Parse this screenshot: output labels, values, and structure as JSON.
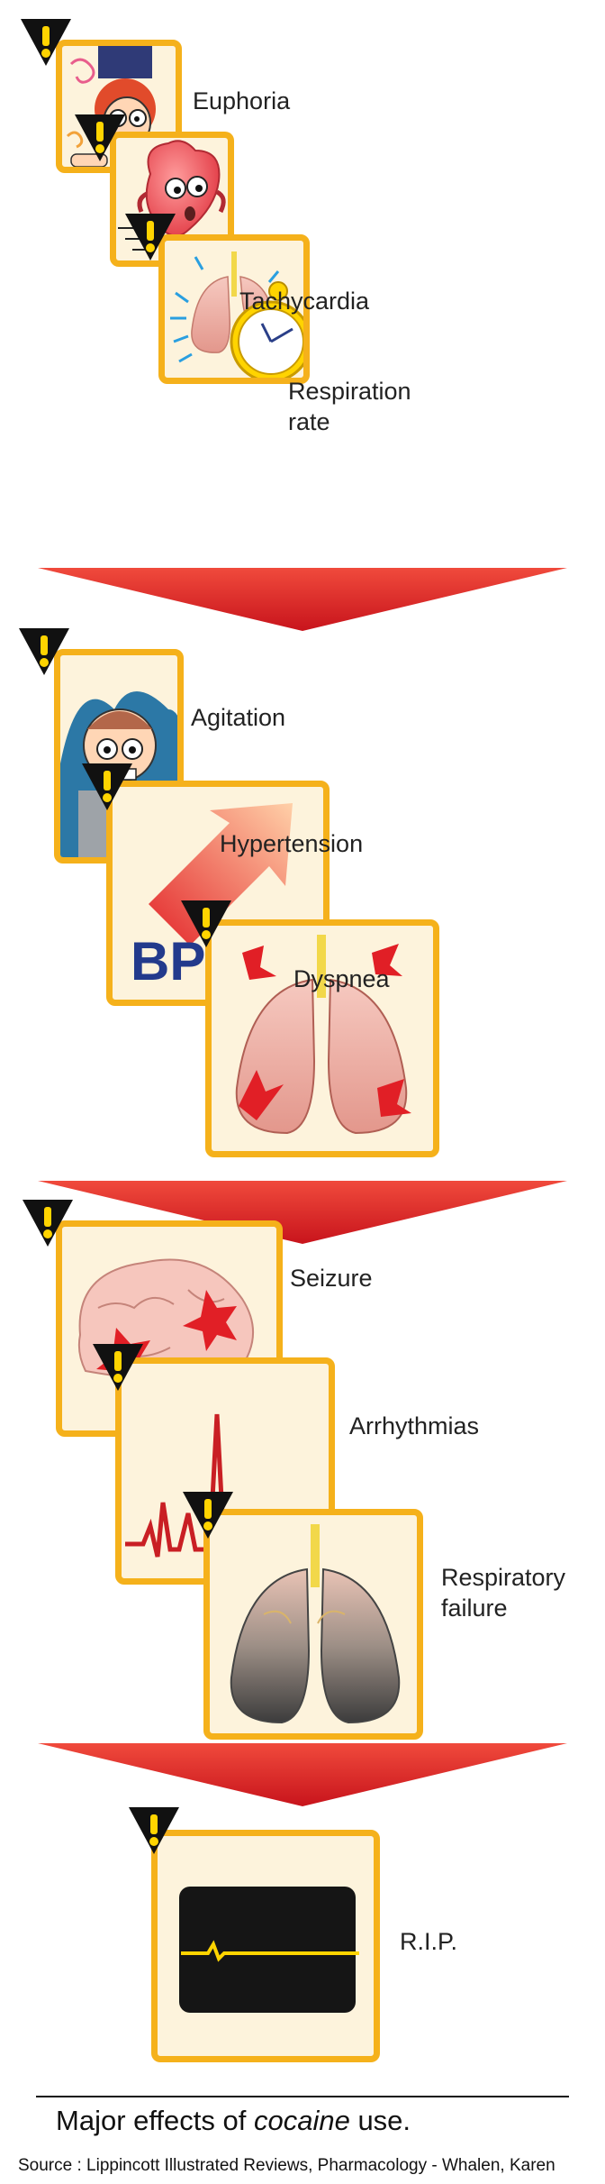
{
  "stages": [
    {
      "effects": [
        {
          "label": "Euphoria",
          "icon": "dizzy-face-icon"
        },
        {
          "label": "Tachycardia",
          "icon": "racing-heart-icon"
        },
        {
          "label": "Respiration\nrate",
          "icon": "lungs-stopwatch-icon"
        }
      ]
    },
    {
      "effects": [
        {
          "label": "Agitation",
          "icon": "agitated-person-icon"
        },
        {
          "label": "Hypertension",
          "icon": "blood-pressure-arrow-icon",
          "badge": "BP"
        },
        {
          "label": "Dyspnea",
          "icon": "lungs-distress-icon"
        }
      ]
    },
    {
      "effects": [
        {
          "label": "Seizure",
          "icon": "brain-seizure-icon"
        },
        {
          "label": "Arrhythmias",
          "icon": "ecg-arrhythmia-icon"
        },
        {
          "label": "Respiratory\n failure",
          "icon": "failing-lungs-icon"
        }
      ]
    },
    {
      "effects": [
        {
          "label": "R.I.P.",
          "icon": "flatline-monitor-icon"
        }
      ]
    }
  ],
  "caption": {
    "prefix": "Major effects of ",
    "drug": "cocaine",
    "suffix": " use."
  },
  "source": "Source : Lippincott Illustrated Reviews, Pharmacology - Whalen, Karen",
  "colors": {
    "frame": "#f5b11b",
    "card": "#fdf3dc",
    "arrow": "#e4222a",
    "warning": "#ffd400"
  }
}
